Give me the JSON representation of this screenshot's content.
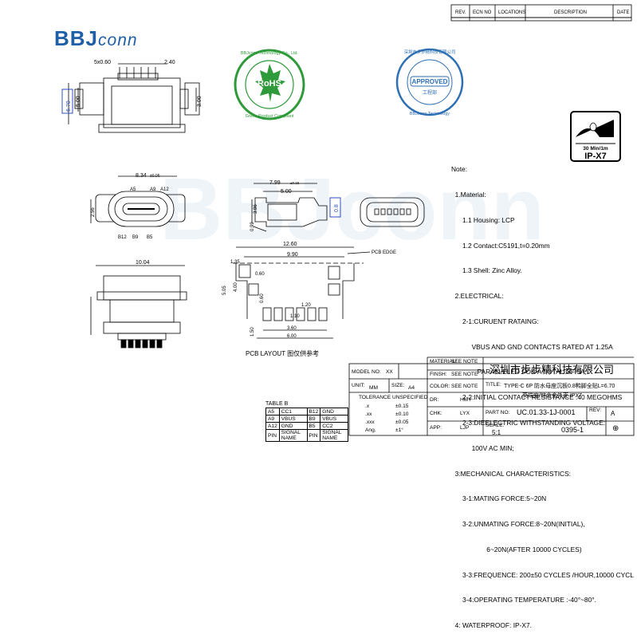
{
  "revision_table": {
    "headers": [
      "REV.",
      "ECN NO",
      "LOCATIONS",
      "DESCRIPTION",
      "DATE"
    ]
  },
  "logo": {
    "brand": "BBJ",
    "suffix": "conn"
  },
  "badges": {
    "rohs": {
      "ring_text": "BBJconn Technology Co., Ltd.",
      "ring_text_bottom": "Green Product Compliant",
      "center": "RoHS"
    },
    "approved": {
      "ring_text": "深圳市步步精科技有限公司",
      "ring_text_bottom": "BBJconn Technology",
      "center": "APPROVED",
      "sub": "工程部"
    },
    "ip": {
      "depth": "30 Min/1m",
      "rating": "IP-X7"
    }
  },
  "dims": {
    "top_pitch": "5x0.60",
    "top_width": "2.40",
    "height_670": "6.70",
    "h_500": "5.00",
    "h_300": "3.00",
    "front_width": "8.34",
    "front_suffix": "±0.05",
    "pins_top": [
      "A5",
      "A9",
      "A12"
    ],
    "pins_bottom": [
      "B12",
      "B9",
      "B5"
    ],
    "front_height": "2.56",
    "side_width": "7.99",
    "side_tol": "±0.15",
    "side_500": "5.00",
    "side_386": "3.86",
    "side_099": "0.99",
    "side_08": "0.8",
    "bottom_width": "10.04",
    "pcb_1260": "12.60",
    "pcb_990": "9.90",
    "pcb_135": "1.35",
    "pcb_060": "0.60",
    "pcb_edge": "PCB EDGE",
    "pcb_505": "5.05",
    "pcb_400": "4.00",
    "pcb_060b": "0.60",
    "pcb_120": "1.20",
    "pcb_110": "1.10",
    "pcb_360": "3.60",
    "pcb_600": "6.00",
    "pcb_150": "1.50",
    "pcb_layout": "PCB LAYOUT 图仅供参考"
  },
  "notes": [
    "Note:",
    "  1.Material:",
    "      1.1 Housing: LCP",
    "      1.2 Contact:C5191,t=0.20mm",
    "      1.3 Shell: Zinc Alloy.",
    "  2.ELECTRICAL:",
    "      2-1:CURUENT RATAING:",
    "           VBUS AND GND CONTACTS RATED AT 1.25A",
    "              PARALLELED FOR A TOTAL OF 5A;",
    "      2-2:INITIAL CONTACT RESISTANCE :40 MEGOHMS",
    "      2-3:DIEELECTRIC WITHSTANDING VOLTAGE:",
    "           100V AC MIN;",
    "  3:MECHANICAL CHARACTERISTICS:",
    "      3-1:MATING FORCE:5~20N",
    "      3-2:UNMATING FORCE:8~20N(INITIAL),",
    "                   6~20N(AFTER 10000 CYCLES)",
    "      3-3:FREQUENCE: 200±50 CYCLES /HOUR,10000 CYCL",
    "      3-4:OPERATING TEMPERATURE :-40°~80°.",
    "  4: WATERPROOF: IP-X7."
  ],
  "title_block": {
    "material_label": "MATERIAL:",
    "material_value": "SEE NOTE",
    "finish_label": "FINSH:",
    "finish_value": "SEE NOTE",
    "company": "深圳市步步精科技有限公司",
    "model_label": "MODEL NO:",
    "model_value": "XX",
    "unit_label": "UNIT:",
    "unit_value": "MM",
    "size_label": "SIZE:",
    "size_value": "A4",
    "color_label": "COLOR:",
    "color_value": "SEE NOTE",
    "dr_label": "DR:",
    "dr_value": "HMY",
    "title_label": "TITLE:",
    "title_line1": "TYPE-C 6P 防水母座沉板0.8鸭脚全贴L=6.70",
    "title_line2": "高端座/锌合金外壳 IPX7",
    "tol_label": "TOLERANCE UNSPECIFIED",
    "tols": [
      [
        ".x",
        "±0.15"
      ],
      [
        ".xx",
        "±0.10"
      ],
      [
        ".xxx",
        "±0.05"
      ],
      [
        "Ang.",
        "±1°"
      ]
    ],
    "chk_label": "CHK:",
    "chk_value": "LYX",
    "app_label": "APP:",
    "app_value": "LJP",
    "part_label": "PART NO:",
    "part_value": "UC.01.33-1J-0001",
    "rev_label": "REV:",
    "rev_value": "A",
    "scale_label": "SCALE:",
    "scale_value": "5:1",
    "sheet_value": "0395-1"
  },
  "table_b": {
    "title": "TABLE B",
    "rows": [
      [
        "A5",
        "CC1",
        "B12",
        "GND"
      ],
      [
        "A9",
        "VBUS",
        "B9",
        "VBUS"
      ],
      [
        "A12",
        "GND",
        "B5",
        "CC2"
      ],
      [
        "PIN",
        "SIGNAL NAME",
        "PIN",
        "SIGNAL NAME"
      ]
    ]
  },
  "watermark": "BBJconn"
}
